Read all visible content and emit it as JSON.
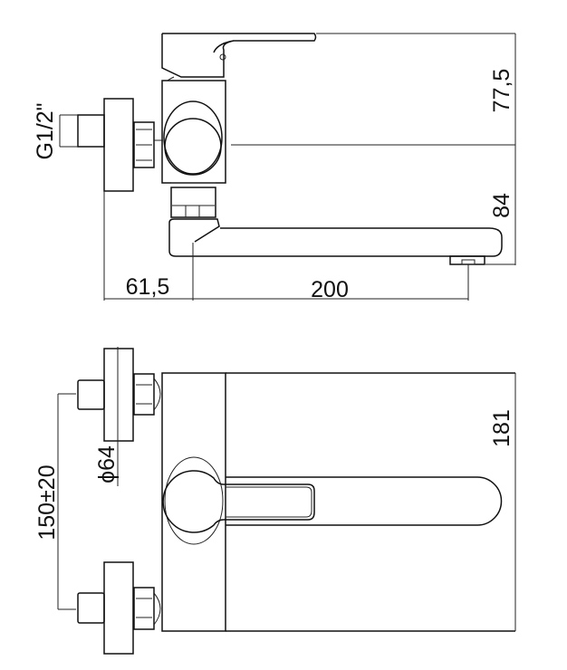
{
  "side_view": {
    "dimensions": {
      "height_upper": "77,5",
      "height_lower": "84",
      "wall_offset": "61,5",
      "spout_reach": "200",
      "connection_thread": "G1/2\""
    }
  },
  "front_view": {
    "dimensions": {
      "total_height": "181",
      "flange_diameter": "ϕ64",
      "centre_distance": "150±20"
    }
  },
  "colors": {
    "line": "#111111",
    "background": "#ffffff"
  }
}
